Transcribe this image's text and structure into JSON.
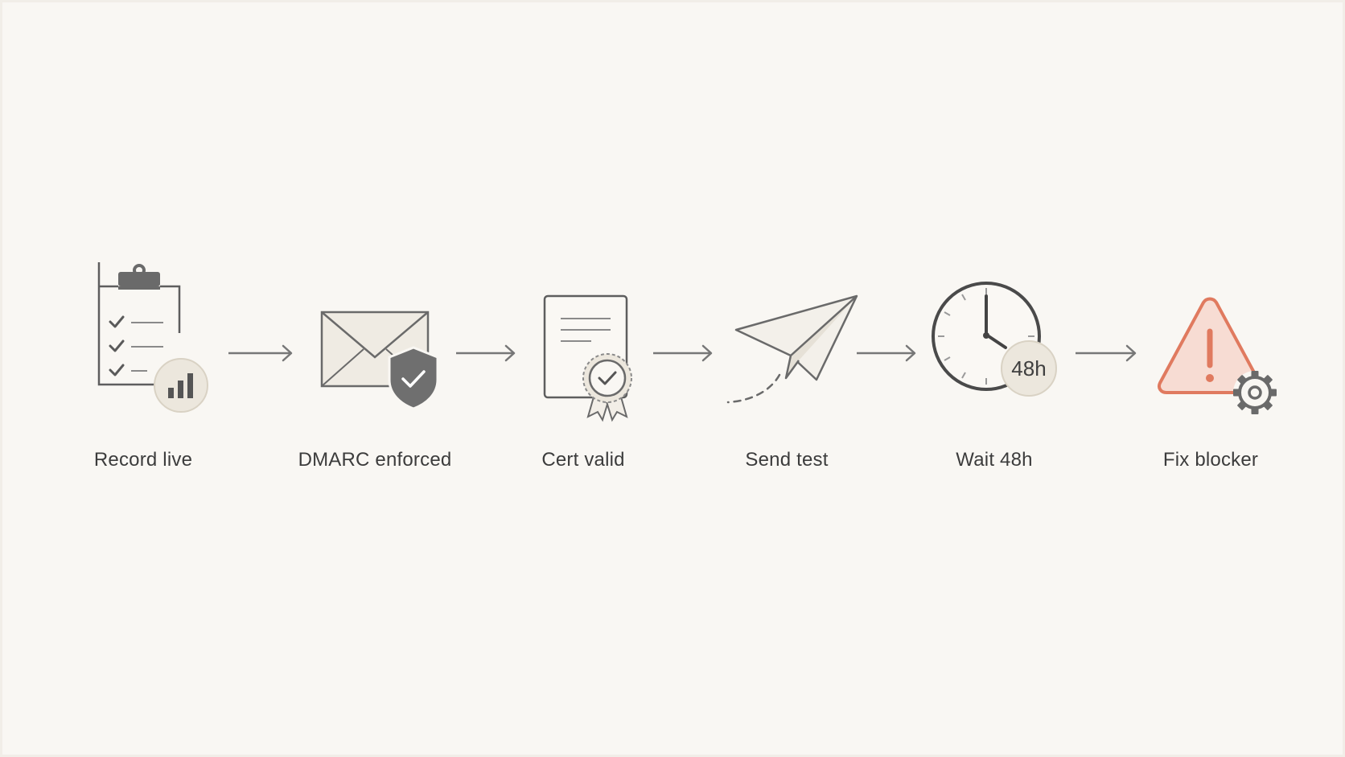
{
  "steps": [
    {
      "id": "record",
      "label": "Record live",
      "icon": "clipboard-checklist-chart-icon"
    },
    {
      "id": "dmarc",
      "label": "DMARC enforced",
      "icon": "envelope-shield-icon"
    },
    {
      "id": "cert",
      "label": "Cert valid",
      "icon": "certificate-icon"
    },
    {
      "id": "send",
      "label": "Send test",
      "icon": "paper-plane-icon"
    },
    {
      "id": "wait",
      "label": "Wait 48h",
      "icon": "clock-icon",
      "badge": "48h"
    },
    {
      "id": "fix",
      "label": "Fix blocker",
      "icon": "warning-gear-icon"
    }
  ],
  "colors": {
    "background": "#f9f7f3",
    "stroke": "#5e5e5e",
    "badge_fill": "#ece7dd",
    "shield_fill": "#6f6f6f",
    "warning": "#e07a5f",
    "warning_fill": "#f7dcd3"
  }
}
